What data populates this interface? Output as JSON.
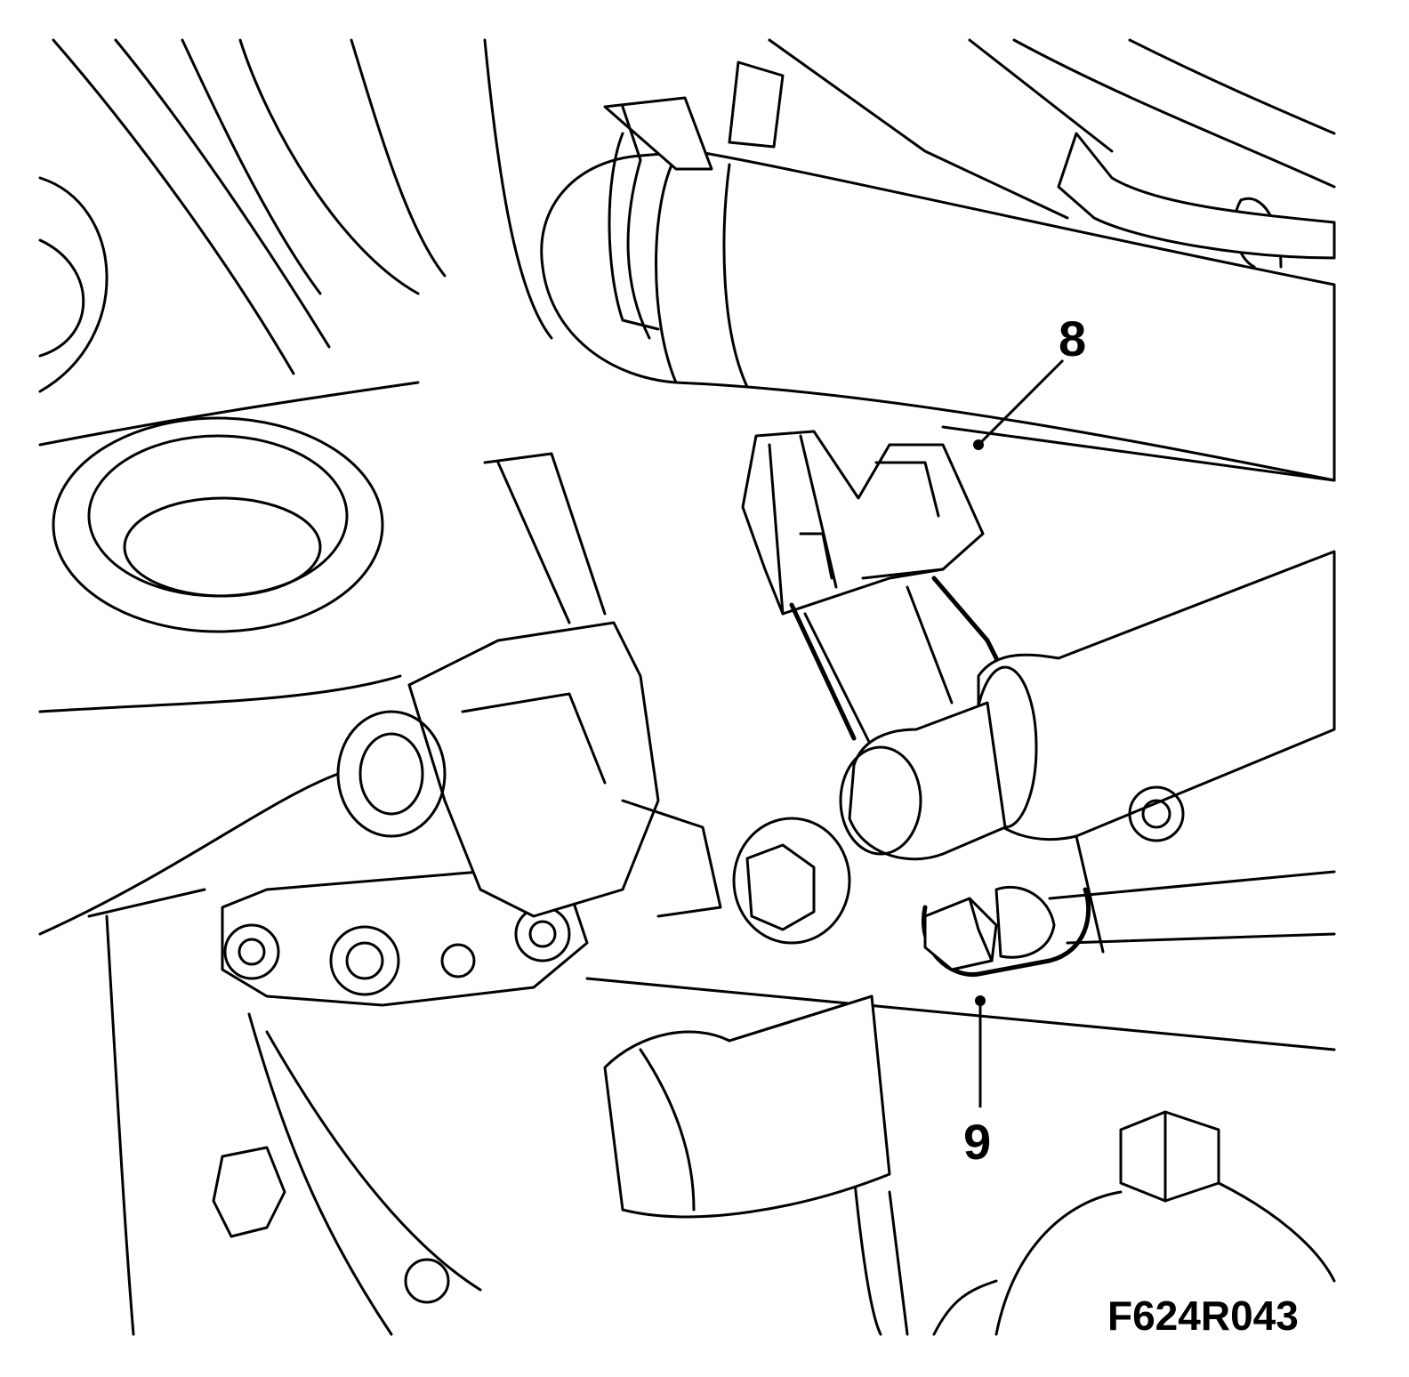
{
  "callouts": [
    {
      "id": "8",
      "label": "8"
    },
    {
      "id": "9",
      "label": "9"
    }
  ],
  "figure_code": "F624R043",
  "colors": {
    "line": "#000000",
    "background": "#ffffff"
  }
}
